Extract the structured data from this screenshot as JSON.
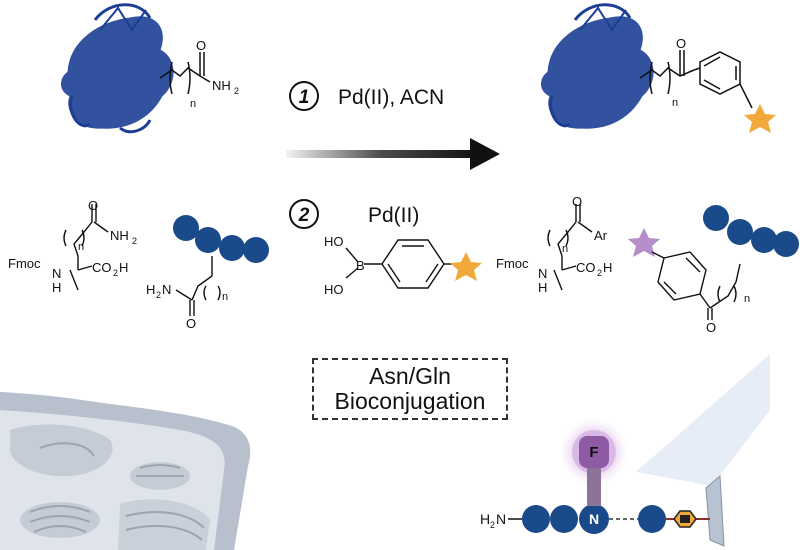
{
  "colors": {
    "protein": "#1c3f95",
    "bead": "#1b4a8a",
    "star_orange": "#f2a93b",
    "star_purple": "#b58ec9",
    "fluor_glow": "#d9b6e6",
    "fluor_core": "#8e5aa3",
    "arrow": "#111111",
    "cell": "#a9b4c2",
    "beam": "#dfe7f3"
  },
  "step1": {
    "number": "1",
    "reagent": "Pd(II), ACN"
  },
  "step2": {
    "number": "2",
    "reagent": "Pd(II)"
  },
  "protein_start": {
    "amide_o": "O",
    "nh2": "NH",
    "nh2_sub": "2",
    "n": "n"
  },
  "protein_product": {
    "ketone_o": "O",
    "n": "n"
  },
  "aa_start": {
    "o": "O",
    "nh2": "NH",
    "nh2_sub": "2",
    "n": "n",
    "fmoc": "Fmoc",
    "nh_n": "N",
    "nh_h": "H",
    "acid_co": "CO",
    "acid_sub": "2",
    "acid_h": "H"
  },
  "peptide_start": {
    "h2n_h": "H",
    "h2n_sub": "2",
    "h2n_n": "N",
    "o": "O",
    "n": "n"
  },
  "boronic": {
    "ho_top": "HO",
    "ho_bottom": "HO",
    "b": "B"
  },
  "aa_product": {
    "o": "O",
    "ar": "Ar",
    "n": "n",
    "fmoc": "Fmoc",
    "nh_n": "N",
    "nh_h": "H",
    "acid_co": "CO",
    "acid_sub": "2",
    "acid_h": "H"
  },
  "peptide_product": {
    "o": "O",
    "n": "n"
  },
  "title_box": {
    "line1": "Asn/Gln",
    "line2": "Bioconjugation"
  },
  "bottom_peptide": {
    "h2n_h": "H",
    "h2n_sub": "2",
    "h2n_n": "N",
    "n_bead": "N",
    "fluor": "F"
  }
}
